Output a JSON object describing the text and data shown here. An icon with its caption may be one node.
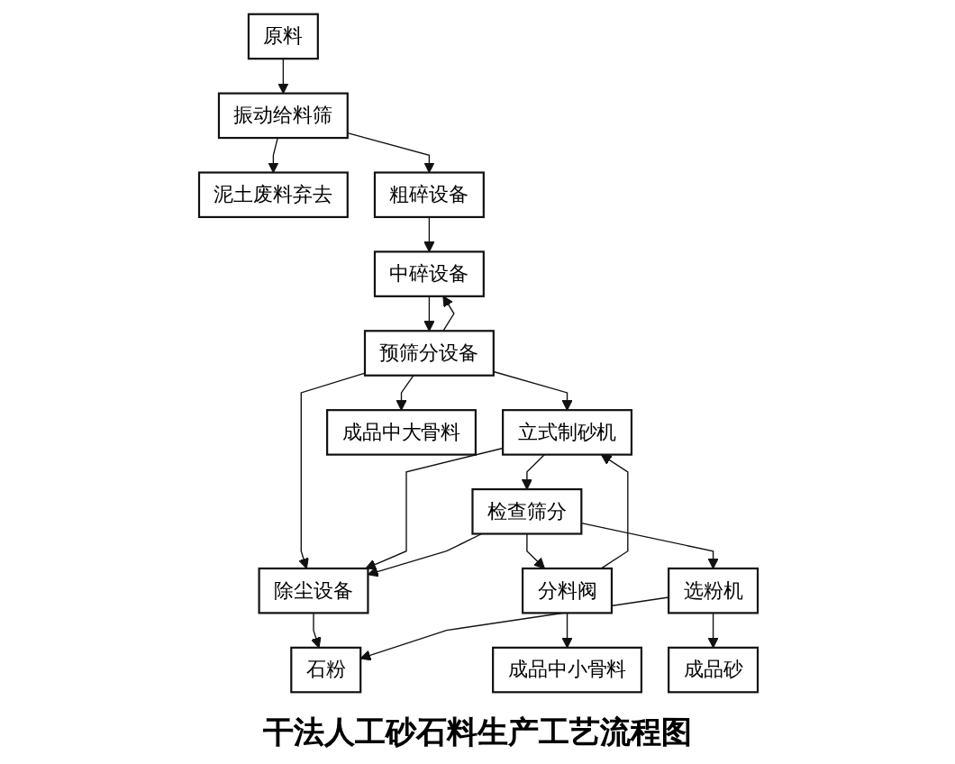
{
  "diagram": {
    "caption": "干法人工砂石料生产工艺流程图",
    "nodes": [
      {
        "text": [
          "原料"
        ]
      },
      {
        "text": [
          "振动给料筛"
        ]
      },
      {
        "text": [
          "泥土废料弃去"
        ]
      },
      {
        "text": [
          "粗碎设备"
        ]
      },
      {
        "text": [
          "中碎设备"
        ]
      },
      {
        "text": [
          "预筛分设备"
        ]
      },
      {
        "text": [
          "立式制砂机"
        ]
      },
      {
        "text": [
          "检查筛分"
        ]
      },
      {
        "text": [
          "分料阀"
        ]
      },
      {
        "text": [
          "除尘设备"
        ]
      },
      {
        "text": [
          "选粉机"
        ]
      },
      {
        "text": [
          "石粉"
        ]
      },
      {
        "text": [
          "成品砂"
        ]
      },
      {
        "text": [
          "成品中小骨料"
        ]
      },
      {
        "text": [
          "成品中大骨料"
        ]
      }
    ],
    "edges": [
      {
        "from": 0,
        "to": 1,
        "arrow": "to"
      },
      {
        "from": 1,
        "to": 2,
        "arrow": "to"
      },
      {
        "from": 1,
        "to": 3,
        "arrow": "to"
      },
      {
        "from": 3,
        "to": 4,
        "arrow": "to"
      },
      {
        "from": 4,
        "to": 5,
        "arrow": "to"
      },
      {
        "from": 5,
        "to": 4,
        "arrow": "to"
      },
      {
        "from": 5,
        "to": 9,
        "arrow": "to"
      },
      {
        "from": 5,
        "to": 6,
        "arrow": "to"
      },
      {
        "from": 5,
        "to": 14,
        "arrow": "to"
      },
      {
        "from": 6,
        "to": 9,
        "arrow": "to"
      },
      {
        "from": 6,
        "to": 7,
        "arrow": "to"
      },
      {
        "from": 7,
        "to": 9,
        "arrow": "to"
      },
      {
        "from": 7,
        "to": 8,
        "arrow": "to"
      },
      {
        "from": 8,
        "to": 6,
        "arrow": "to"
      },
      {
        "from": 7,
        "to": 10,
        "arrow": "to"
      },
      {
        "from": 8,
        "to": 13,
        "arrow": "to"
      },
      {
        "from": 9,
        "to": 11,
        "arrow": "to"
      },
      {
        "from": 10,
        "to": 11,
        "arrow": "to"
      },
      {
        "from": 10,
        "to": 12,
        "arrow": "to"
      }
    ]
  }
}
